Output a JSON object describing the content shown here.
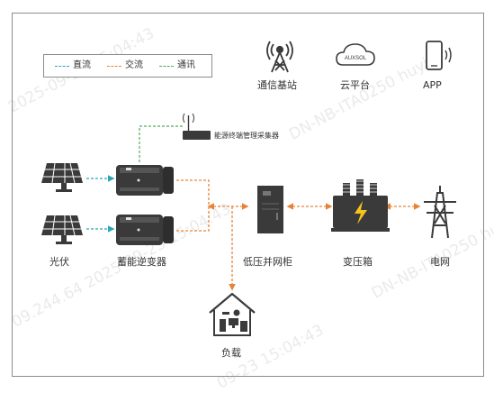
{
  "legend": {
    "dc": "直流",
    "ac": "交流",
    "comm": "通讯"
  },
  "colors": {
    "dc": "#2aa7b6",
    "ac": "#e8833a",
    "comm": "#4fae5a",
    "icon": "#3a3a3a"
  },
  "top_icons": [
    {
      "icon": "tower-icon",
      "label": "通信基站"
    },
    {
      "icon": "cloud-icon",
      "label": "云平台",
      "cloud_text": "AUXSOL"
    },
    {
      "icon": "phone-icon",
      "label": "APP"
    }
  ],
  "nodes": {
    "ems": "能源终端管理采集器",
    "pv": "光伏",
    "inverter": "蓄能逆变器",
    "cabinet": "低压并网柜",
    "transformer": "变压箱",
    "grid": "电网",
    "load": "负载"
  },
  "watermarks": [
    "2025-09-23  15:04:43",
    "DN-NB-ITA0250  huyi",
    "09.244.64  2025-09-23  15:04:43",
    "DN-NB-ITA0250  hu",
    "09-23  15:04:43"
  ]
}
